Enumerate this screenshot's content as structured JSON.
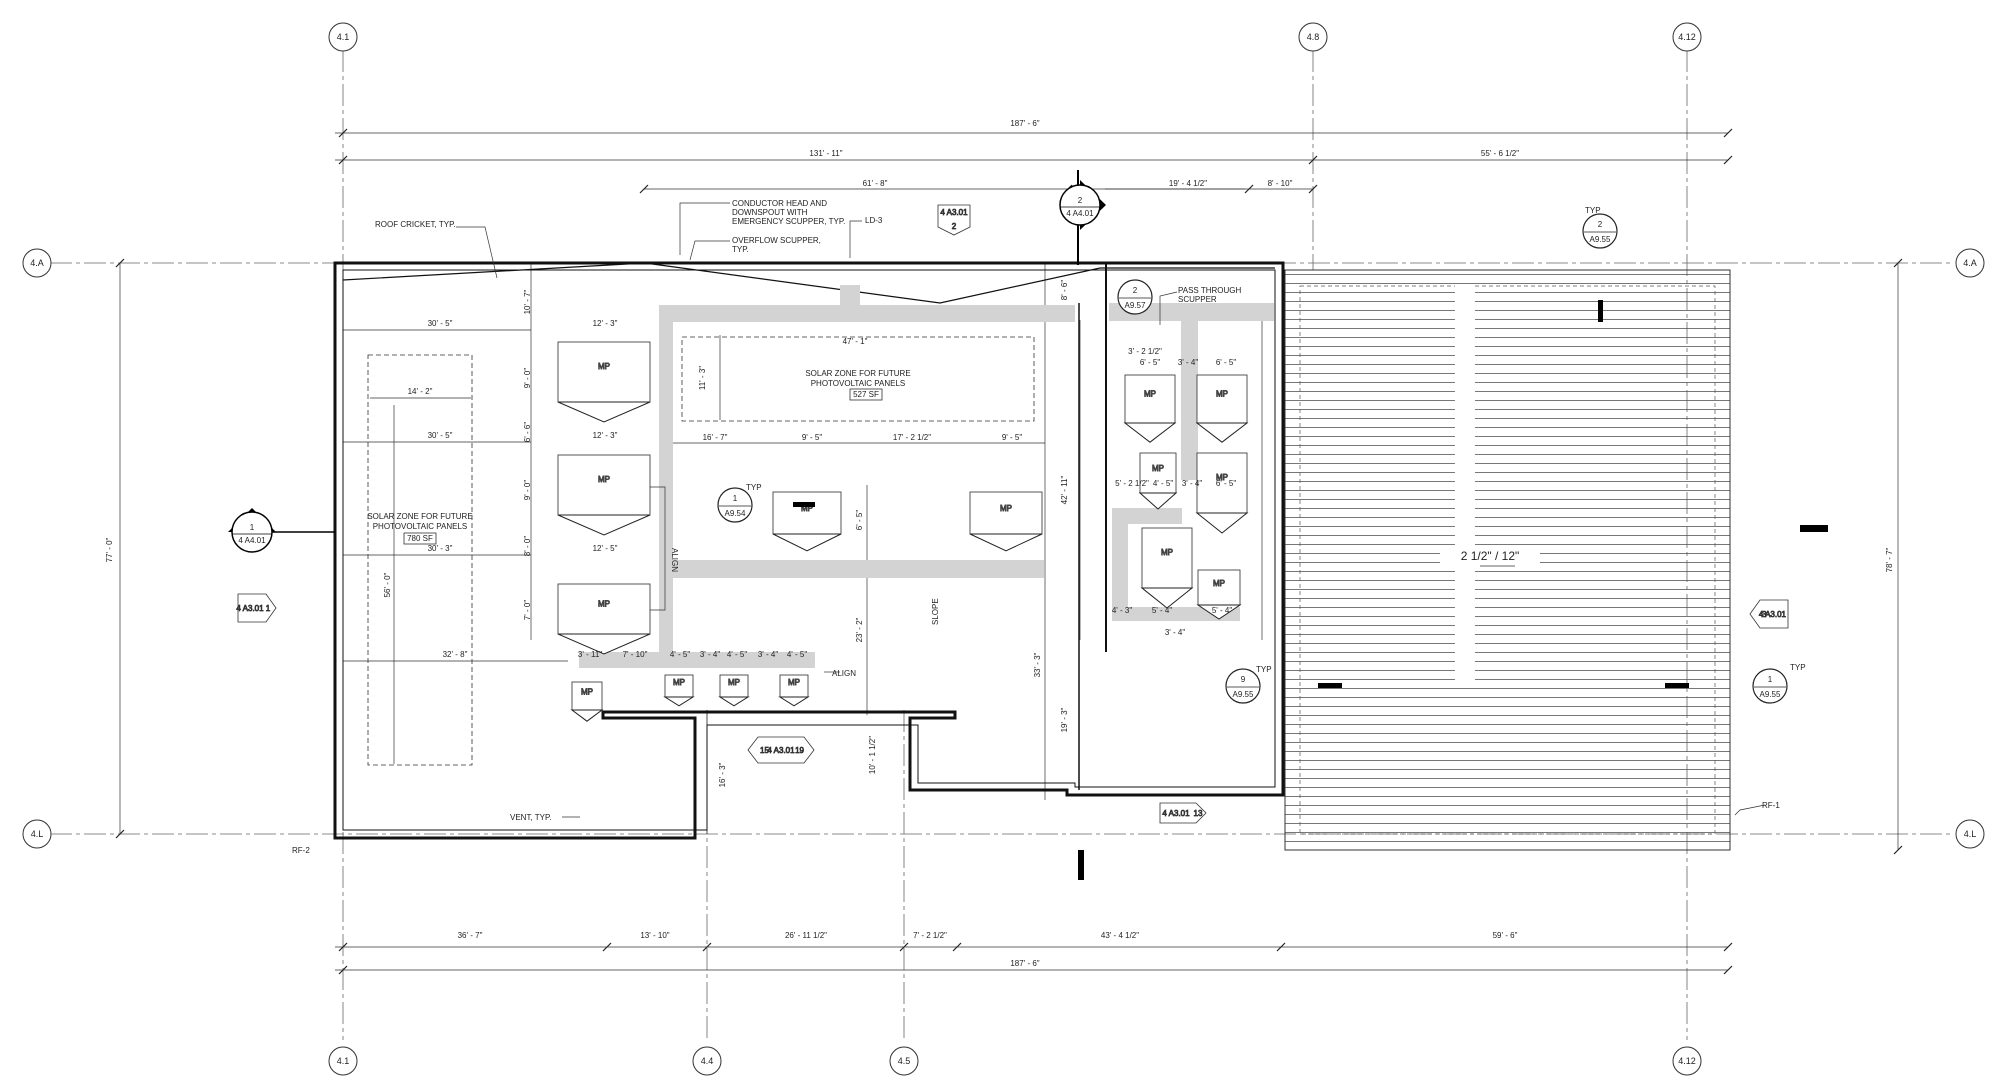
{
  "grid": {
    "top": [
      "4.1",
      "4.8",
      "4.12"
    ],
    "bottom": [
      "4.1",
      "4.4",
      "4.5",
      "4.12"
    ],
    "left": [
      "4.A",
      "4.L"
    ],
    "right": [
      "4.A",
      "4.L"
    ]
  },
  "dimensions": {
    "overall_top": "187' - 6\"",
    "top_left": "131' - 11\"",
    "top_right": "55' - 6 1/2\"",
    "top_61": "61' - 8\"",
    "top_19": "19' - 4 1/2\"",
    "top_8_10": "8' - 10\"",
    "overall_bottom": "187' - 6\"",
    "bottom_segments": [
      "36' - 7\"",
      "13' - 10\"",
      "26' - 11 1/2\"",
      "7' - 2 1/2\"",
      "43' - 4 1/2\"",
      "59' - 6\""
    ],
    "left_height": "77' - 0\"",
    "right_height": "78' - 7\"",
    "d_30_5a": "30' - 5\"",
    "d_30_5b": "30' - 5\"",
    "d_30_3": "30' - 3\"",
    "d_32_8": "32' - 8\"",
    "d_14_2": "14' - 2\"",
    "d_56_0": "56' - 0\"",
    "d_12_3a": "12' - 3\"",
    "d_12_3b": "12' - 3\"",
    "d_12_5": "12' - 5\"",
    "d_10_7": "10' - 7\"",
    "d_9_0a": "9' - 0\"",
    "d_6_6": "6' - 6\"",
    "d_9_0b": "9' - 0\"",
    "d_8_0": "8' - 0\"",
    "d_7_0": "7' - 0\"",
    "d_47_1": "47' - 1\"",
    "d_11_3": "11' - 3\"",
    "d_16_7": "16' - 7\"",
    "d_9_5a": "9' - 5\"",
    "d_17_2": "17' - 2 1/2\"",
    "d_9_5b": "9' - 5\"",
    "d_6_5": "6' - 5\"",
    "d_23_2": "23' - 2\"",
    "d_33_3": "33' - 3\"",
    "d_19_3": "19' - 3\"",
    "d_10_1": "10' - 1 1/2\"",
    "d_16_3": "16' - 3\"",
    "d_42_11": "42' - 11\"",
    "d_8_6": "8' - 6\"",
    "d_3_11": "3' - 11\"",
    "d_7_10": "7' - 10\"",
    "d_4_5a": "4' - 5\"",
    "d_3_4a": "3' - 4\"",
    "d_4_5b": "4' - 5\"",
    "d_3_4b": "3' - 4\"",
    "d_4_5c": "4' - 5\"",
    "d_3_2": "3' - 2 1/2\"",
    "d_6_5b": "6' - 5\"",
    "d_3_4c": "3' - 4\"",
    "d_6_5c": "6' - 5\"",
    "d_5_2": "5' - 2 1/2\"",
    "d_4_5d": "4' - 5\"",
    "d_3_4d": "3' - 4\"",
    "d_6_5d": "6' - 5\"",
    "d_4_3": "4' - 3\"",
    "d_5_4a": "5' - 4\"",
    "d_5_4b": "5' - 4\"",
    "d_3_4e": "3' - 4\""
  },
  "notes": {
    "roof_cricket": "ROOF CRICKET, TYP.",
    "conductor_head": [
      "CONDUCTOR HEAD AND",
      "DOWNSPOUT WITH",
      "EMERGENCY SCUPPER, TYP."
    ],
    "overflow_scupper": [
      "OVERFLOW SCUPPER,",
      "TYP."
    ],
    "ld3": "LD-3",
    "pass_through": [
      "PASS THROUGH",
      "SCUPPER"
    ],
    "align_v": "ALIGN",
    "align_h": "ALIGN",
    "slope": "SLOPE",
    "vent": "VENT, TYP.",
    "rf2": "RF-2",
    "rf1": "RF-1",
    "pitch": "2 1/2\" / 12\"",
    "typ": "TYP"
  },
  "solar_zones": [
    {
      "lines": [
        "SOLAR ZONE FOR FUTURE",
        "PHOTOVOLTAIC PANELS"
      ],
      "area": "527 SF"
    },
    {
      "lines": [
        "SOLAR ZONE FOR FUTURE",
        "PHOTOVOLTAIC PANELS"
      ],
      "area": "780 SF"
    }
  ],
  "equipment_label": "MP",
  "callouts": {
    "section_top": {
      "num": "2",
      "sheet": "4 A4.01"
    },
    "section_left": {
      "num": "1",
      "sheet": "4 A4.01"
    },
    "elev_top": {
      "sheet": "4 A3.01",
      "num": "2"
    },
    "elev_left": {
      "sheet": "4 A3.01",
      "num": "1"
    },
    "elev_right": {
      "num": "3",
      "sheet": "4 A3.01"
    },
    "elev_bottom": {
      "sheet": "4 A3.01",
      "num": "13"
    },
    "elev_center": {
      "left": "15",
      "sheet": "4 A3.01",
      "right": "19"
    },
    "detail_a957": {
      "num": "2",
      "sheet": "A9.57"
    },
    "detail_a955_top": {
      "num": "2",
      "sheet": "A9.55"
    },
    "detail_a954": {
      "num": "1",
      "sheet": "A9.54"
    },
    "detail_a955_mid": {
      "num": "9",
      "sheet": "A9.55"
    },
    "detail_a955_right": {
      "num": "1",
      "sheet": "A9.55"
    }
  }
}
